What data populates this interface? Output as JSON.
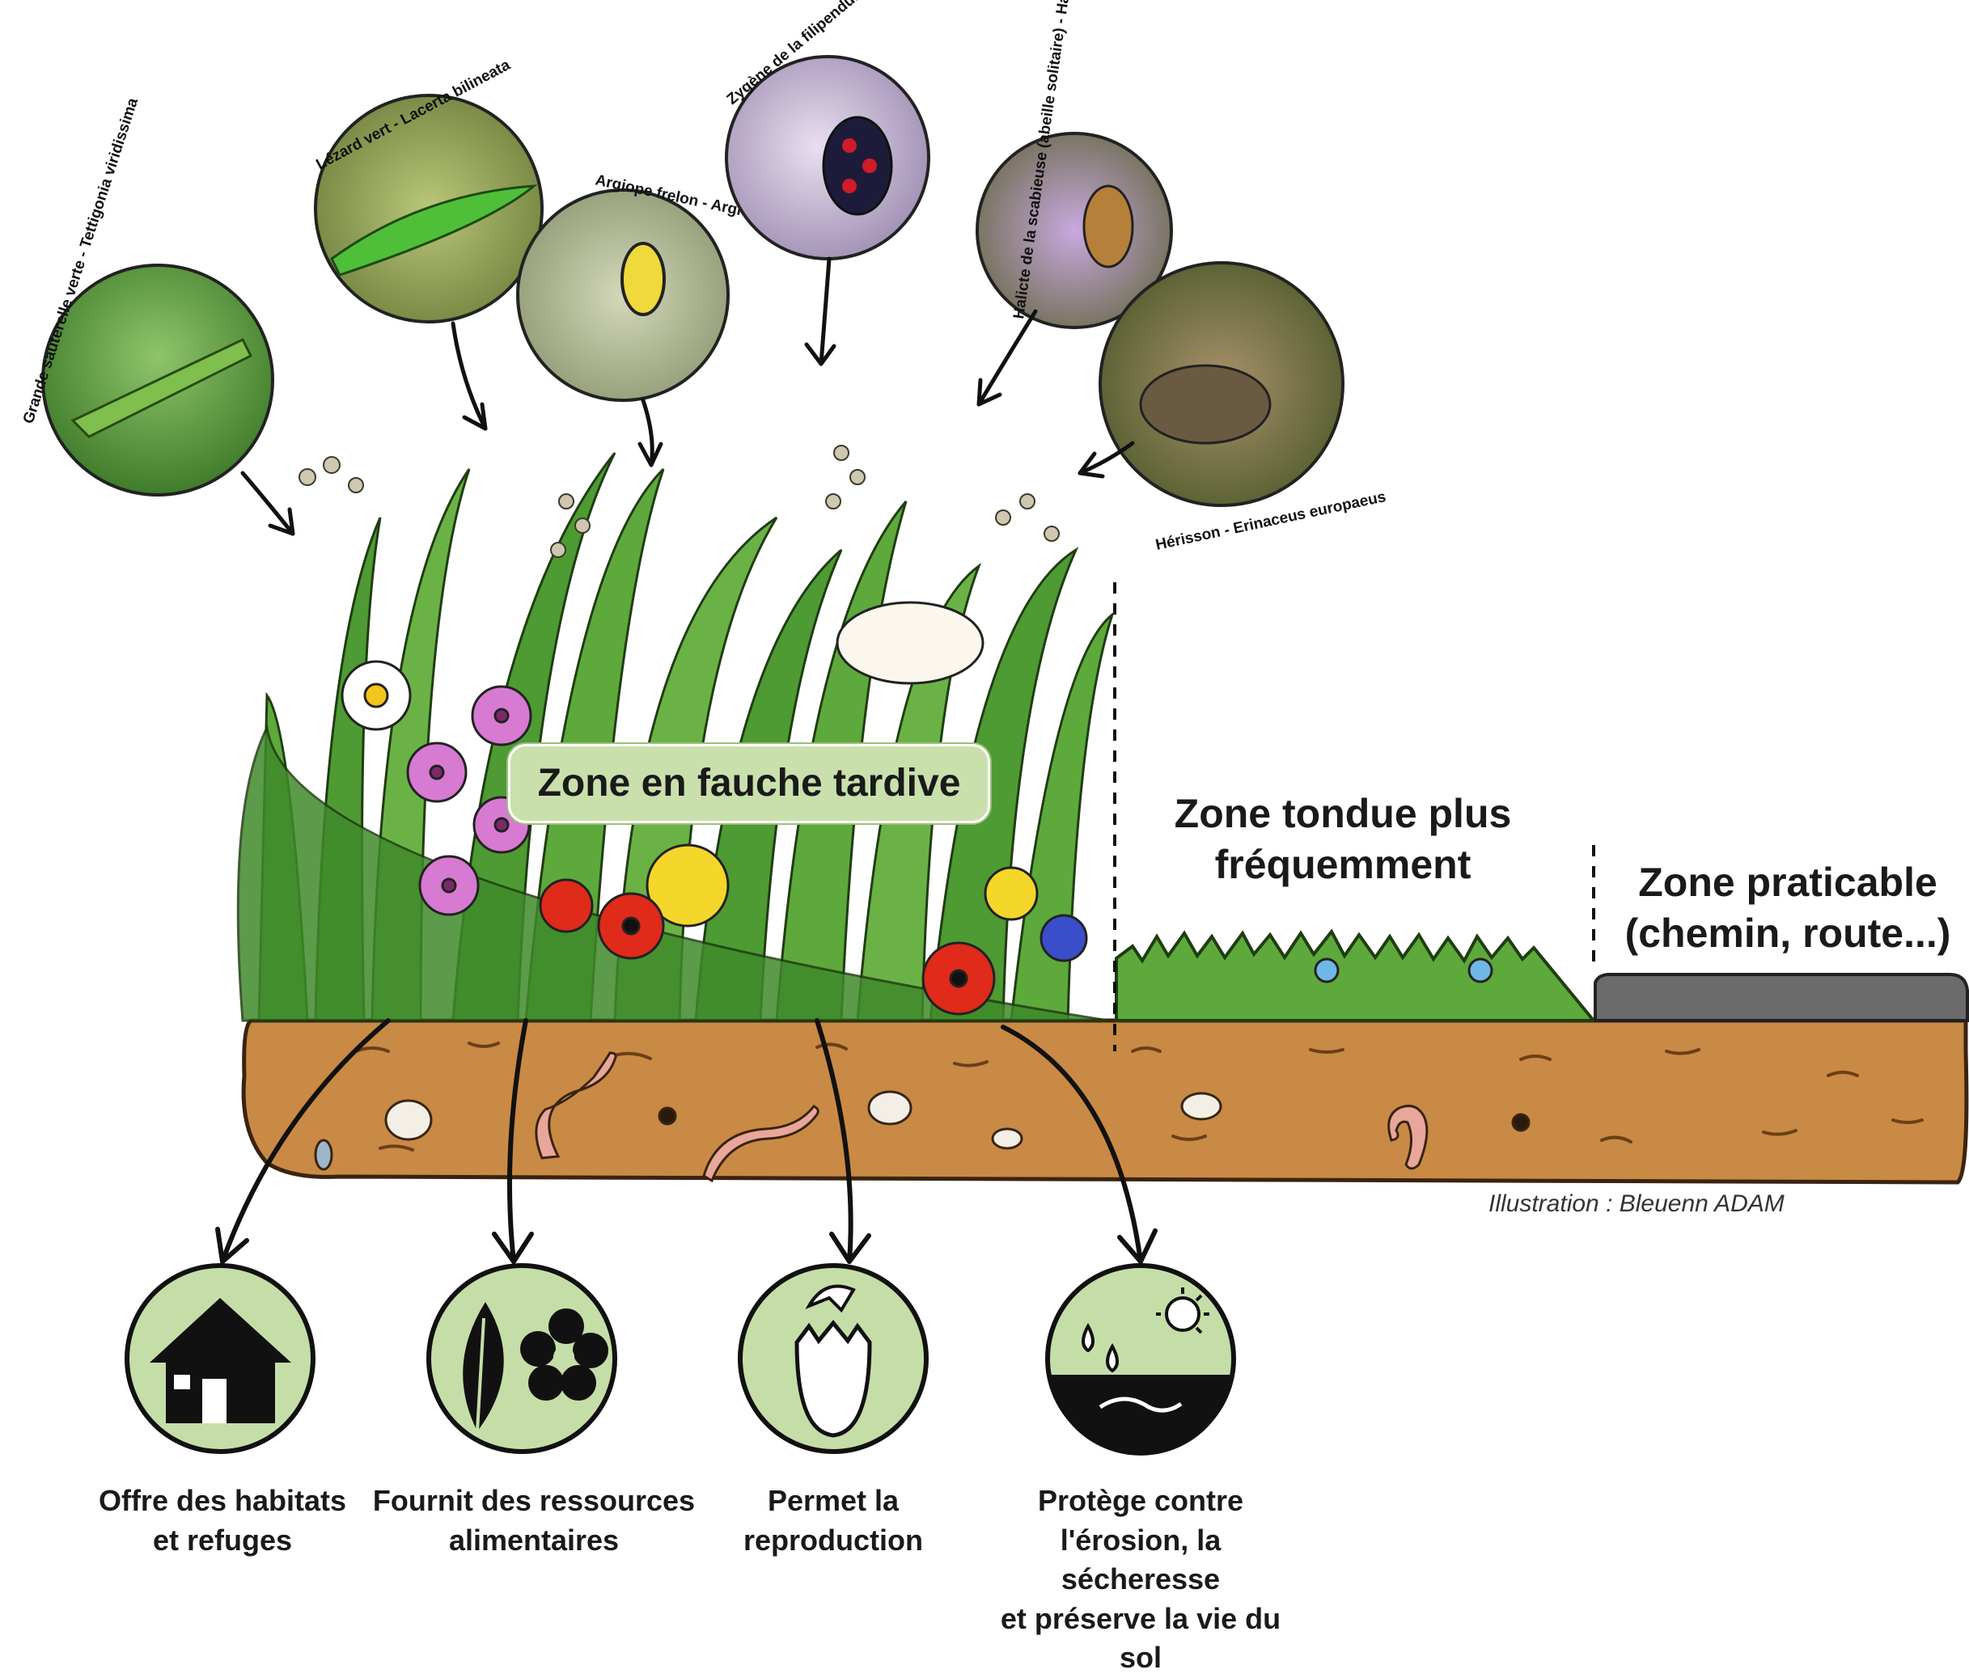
{
  "zones": {
    "tardive": "Zone en fauche tardive",
    "tondue": "Zone tondue plus\nfréquemment",
    "praticable": "Zone praticable\n(chemin, route...)"
  },
  "species": [
    {
      "name": "Grande sauterelle verte - Tettigonia viridissima",
      "icon": "grasshopper-photo"
    },
    {
      "name": "Lézard vert - Lacerta bilineata",
      "icon": "lizard-photo"
    },
    {
      "name": "Argiope frelon - Argiope bruennichi",
      "icon": "spider-photo"
    },
    {
      "name": "Zygène de la filipendule - Zygaena filipendulae",
      "icon": "moth-photo"
    },
    {
      "name": "Halicte de la scabieuse (abeille solitaire) - Halictus scabiosae",
      "icon": "bee-photo"
    },
    {
      "name": "Hérisson - Erinaceus europaeus",
      "icon": "hedgehog-photo"
    }
  ],
  "benefits": [
    {
      "label": "Offre des habitats\net refuges",
      "icon": "house-icon"
    },
    {
      "label": "Fournit des ressources\nalimentaires",
      "icon": "leaf-flower-icon"
    },
    {
      "label": "Permet la\nreproduction",
      "icon": "egg-icon"
    },
    {
      "label": "Protège contre\nl'érosion, la sécheresse\net préserve la vie du sol",
      "icon": "weather-soil-icon"
    }
  ],
  "credit": "Illustration : Bleuenn ADAM",
  "colors": {
    "grass": "#4e9a33",
    "soil": "#c98a45",
    "icon_bg": "#c5dea8",
    "road": "#6b6b6b"
  }
}
